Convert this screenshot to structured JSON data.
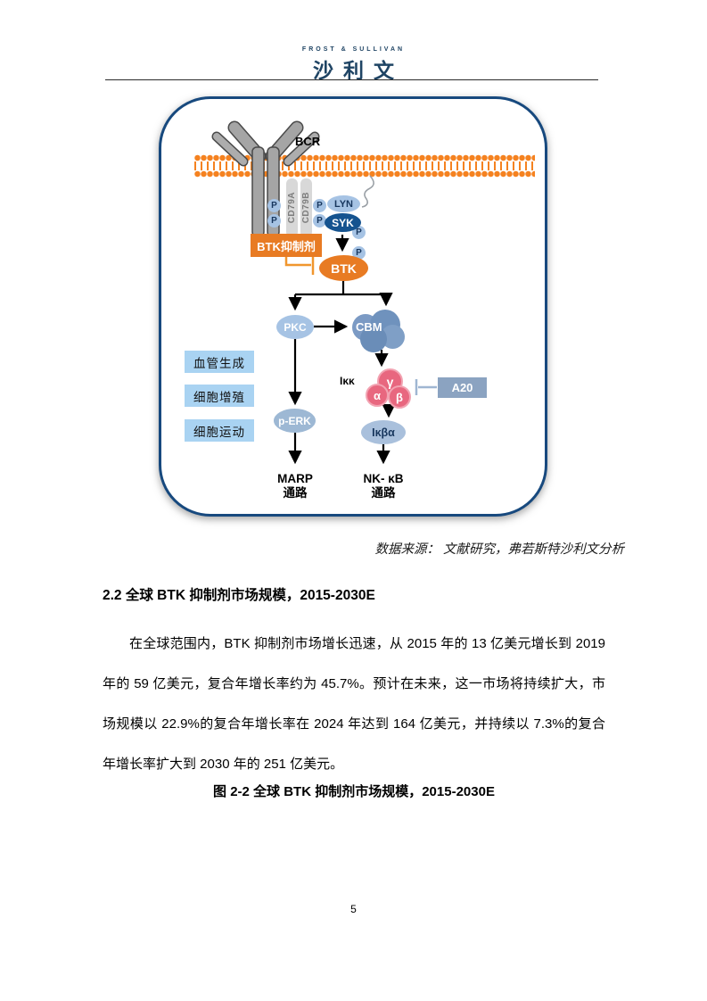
{
  "header": {
    "brand_en": "FROST & SULLIVAN",
    "brand_cn": "沙利文"
  },
  "figure": {
    "source_note": "数据来源：  文献研究，弗若斯特沙利文分析",
    "diagram": {
      "bcr": "BCR",
      "cd79a": "CD79A",
      "cd79b": "CD79B",
      "phospho": "P",
      "lyn": "LYN",
      "syk": "SYK",
      "btk_inhibitor": "BTK抑制剂",
      "btk": "BTK",
      "pkc": "PKC",
      "cbm": "CBM",
      "ikk": "Iκκ",
      "gamma": "γ",
      "alpha": "α",
      "beta": "β",
      "a20": "A20",
      "perk": "p-ERK",
      "ikba": "Iκβα",
      "marp": [
        "MARP",
        "通路"
      ],
      "nfkb": [
        "NK- κB",
        "通路"
      ],
      "effects": [
        "血管生成",
        "细胞增殖",
        "细胞运动"
      ]
    }
  },
  "section": {
    "heading": "2.2 全球 BTK 抑制剂市场规模，2015-2030E",
    "paragraph": "在全球范围内，BTK 抑制剂市场增长迅速，从 2015 年的 13 亿美元增长到 2019 年的 59 亿美元，复合年增长率约为 45.7%。预计在未来，这一市场将持续扩大，市场规模以 22.9%的复合年增长率在 2024 年达到 164 亿美元，并持续以 7.3%的复合年增长率扩大到 2030 年的 251 亿美元。",
    "figure_caption": "图 2-2 全球 BTK 抑制剂市场规模，2015-2030E"
  },
  "page": {
    "number": "5"
  },
  "colors": {
    "navy_border": "#17497e",
    "brand_navy": "#1f4464",
    "membrane_orange": "#f58220",
    "btk_orange": "#e87b23",
    "light_blue_node": "#a6c3e4",
    "dark_blue_node": "#15538f",
    "steel_blue_cluster": "#7593bd",
    "pink_node": "#e8677f",
    "slate_box": "#8ba3c1",
    "effect_box_blue": "#a9d3f2"
  }
}
